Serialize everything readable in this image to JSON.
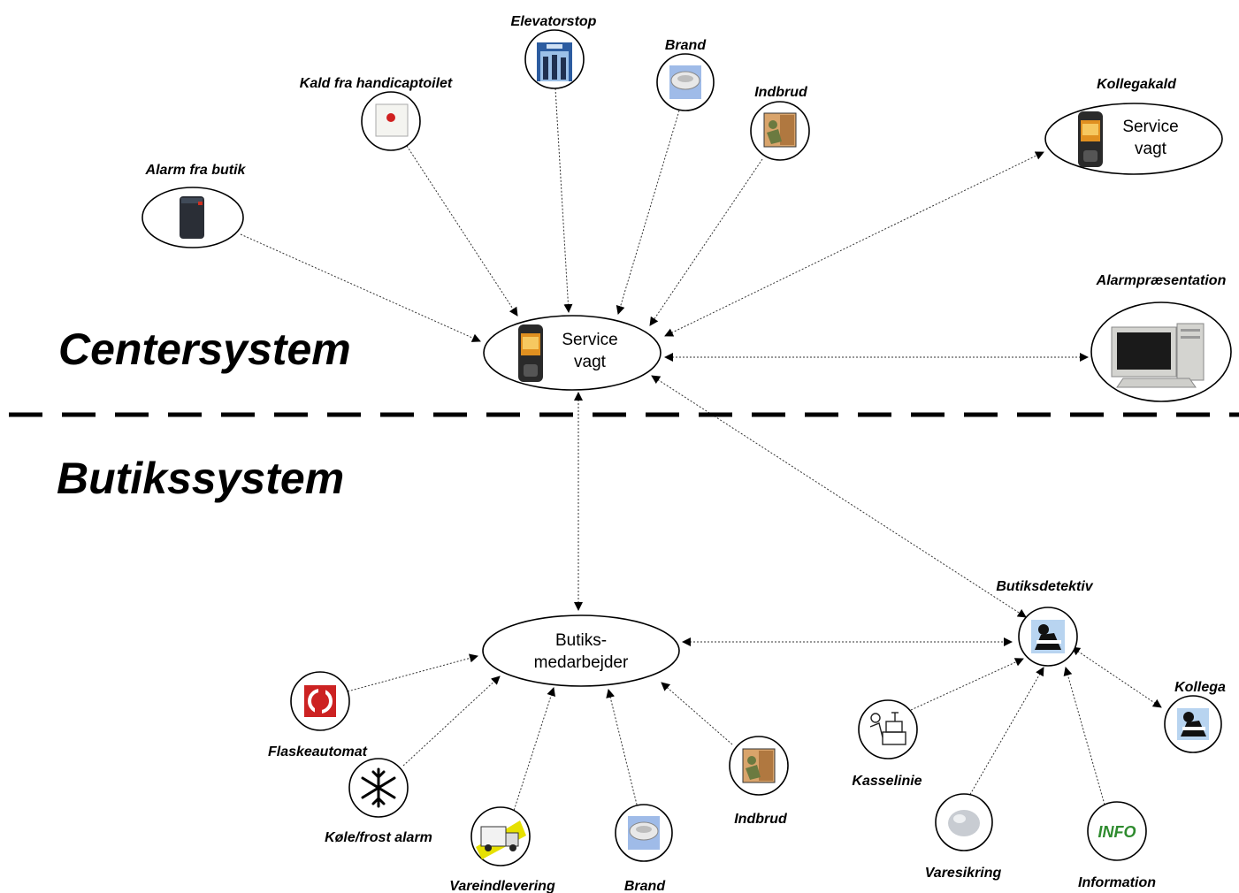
{
  "sections": {
    "center": "Centersystem",
    "shop": "Butikssystem"
  },
  "hubs": {
    "service_center": [
      "Service",
      "vagt"
    ],
    "service_colleague": [
      "Service",
      "vagt"
    ],
    "shop_staff": [
      "Butiks-",
      "medarbejder"
    ]
  },
  "labels": {
    "alarm_butik": "Alarm fra butik",
    "handicap": "Kald fra handicaptoilet",
    "elevator": "Elevatorstop",
    "brand_top": "Brand",
    "indbrud_top": "Indbrud",
    "kollegakald": "Kollegakald",
    "alarmpraesentation": "Alarmpræsentation",
    "butiksdetektiv": "Butiksdetektiv",
    "kollega": "Kollega",
    "flaskeautomat": "Flaskeautomat",
    "kole": "Køle/frost alarm",
    "vareindlevering": "Vareindlevering",
    "brand_bottom": "Brand",
    "indbrud_bottom": "Indbrud",
    "kasselinie": "Kasselinie",
    "varesikring": "Varesikring",
    "information": "Information",
    "info_icon_text": "INFO"
  },
  "colors": {
    "info_green": "#2e8b2e",
    "flask_red": "#cc2222",
    "truck_yellow": "#e6e000"
  },
  "icons": {
    "alarm_butik": "handheld-transmitter-icon",
    "handicap": "call-button-icon",
    "elevator": "elevator-icon",
    "brand": "smoke-detector-icon",
    "indbrud": "burglar-icon",
    "phone": "mobile-terminal-icon",
    "computer": "computer-icon",
    "detective": "detective-icon",
    "flask": "bottle-machine-icon",
    "snow": "snowflake-icon",
    "truck": "delivery-truck-icon",
    "cash": "cashier-icon",
    "tag": "security-tag-icon"
  }
}
